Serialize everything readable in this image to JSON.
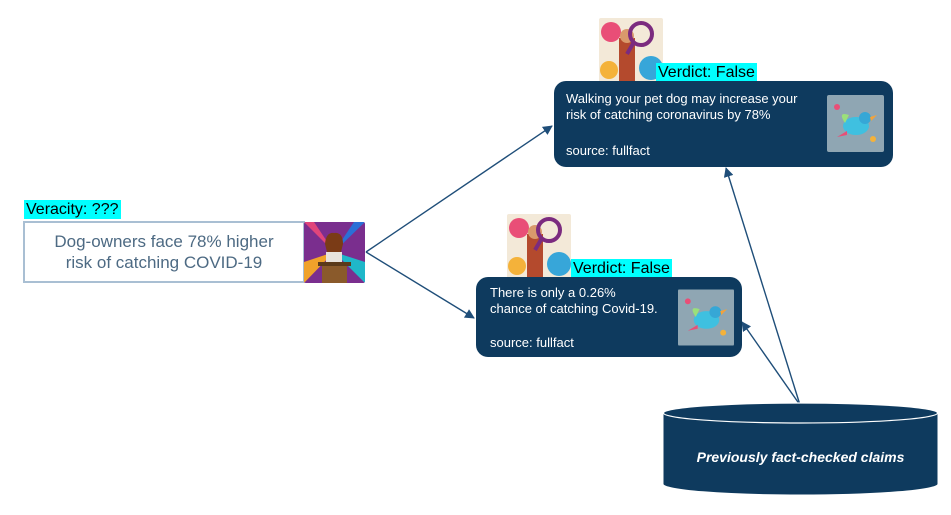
{
  "input_claim": {
    "veracity_label": "Veracity: ???",
    "line1": "Dog-owners face 78% higher",
    "line2": "risk of catching COVID-19"
  },
  "matches": [
    {
      "verdict_label": "Verdict: False",
      "line1": "Walking your pet dog may increase your",
      "line2": "risk of catching coronavirus by 78%",
      "source": "source: fullfact"
    },
    {
      "verdict_label": "Verdict: False",
      "line1": "There is only a 0.26%",
      "line2": "chance of catching Covid-19.",
      "source": "source: fullfact"
    }
  ],
  "database": {
    "label": "Previously fact-checked claims"
  },
  "colors": {
    "card_bg": "#0e3a5e",
    "highlight": "#00ffff",
    "claim_text": "#4d6a83",
    "claim_border": "#a9bfd3",
    "arrow": "#1f4e79"
  }
}
